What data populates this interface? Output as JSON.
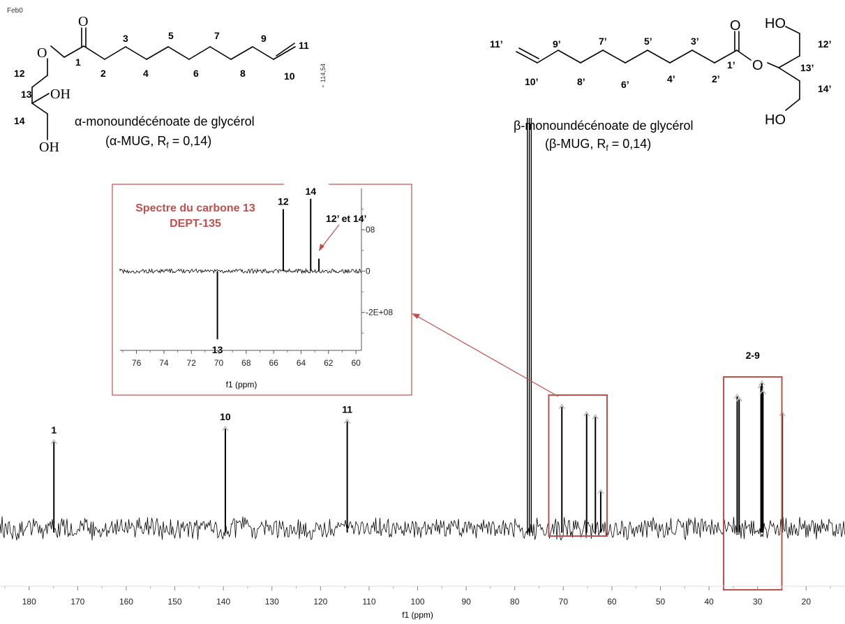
{
  "corner_label": "Feb0",
  "colors": {
    "accent": "#c0504d",
    "trace": "#000000"
  },
  "alpha_molecule": {
    "name": "α-monoundécénoate de glycérol",
    "subtitle_prefix": "(α-MUG, R",
    "subtitle_sub": "f",
    "subtitle_suffix": " = 0,14)",
    "atoms": {
      "carbonyl_o": "O",
      "ester_o": "O",
      "oh_13": "OH",
      "oh_14": "OH"
    },
    "carbon_labels": [
      "1",
      "2",
      "3",
      "4",
      "5",
      "6",
      "7",
      "8",
      "9",
      "10",
      "11",
      "12",
      "13",
      "14"
    ],
    "vertical_peak_label": "114,54"
  },
  "beta_molecule": {
    "name": "β-monoundécénoate de glycérol",
    "subtitle_prefix": "(β-MUG, R",
    "subtitle_sub": "f",
    "subtitle_suffix": " = 0,14)",
    "atoms": {
      "carbonyl_o": "O",
      "ester_o": "O",
      "ho_12": "HO",
      "ho_14": "HO"
    },
    "carbon_labels": [
      "1’",
      "2’",
      "3’",
      "4’",
      "5’",
      "6’",
      "7’",
      "8’",
      "9’",
      "10’",
      "11’",
      "12’",
      "13’",
      "14’"
    ]
  },
  "chart_data": [
    {
      "type": "line",
      "title": "",
      "xlabel": "f1 (ppm)",
      "ylabel": "",
      "xlim": [
        186,
        12
      ],
      "x_reversed": true,
      "x_ticks": [
        180,
        170,
        160,
        150,
        140,
        130,
        120,
        110,
        100,
        90,
        80,
        70,
        60,
        50,
        40,
        30,
        20
      ],
      "grid": false,
      "series": [
        {
          "peaks": [
            {
              "x": 174.9,
              "height": 0.59,
              "label": "1"
            },
            {
              "x": 139.6,
              "height": 0.68,
              "label": "10"
            },
            {
              "x": 114.5,
              "height": 0.73,
              "label": "11"
            },
            {
              "x": 77.4,
              "height": 2.8,
              "label": ""
            },
            {
              "x": 77.0,
              "height": 2.8,
              "label": ""
            },
            {
              "x": 76.6,
              "height": 2.8,
              "label": ""
            },
            {
              "x": 70.3,
              "height": 0.83,
              "label": ""
            },
            {
              "x": 65.2,
              "height": 0.78,
              "label": ""
            },
            {
              "x": 63.4,
              "height": 0.76,
              "label": ""
            },
            {
              "x": 62.3,
              "height": 0.25,
              "label": ""
            },
            {
              "x": 34.2,
              "height": 0.9,
              "label": ""
            },
            {
              "x": 33.8,
              "height": 0.88,
              "label": ""
            },
            {
              "x": 29.3,
              "height": 0.97,
              "label": ""
            },
            {
              "x": 29.1,
              "height": 0.99,
              "label": ""
            },
            {
              "x": 28.9,
              "height": 0.93,
              "label": ""
            },
            {
              "x": 24.9,
              "height": 0.78,
              "label": ""
            }
          ]
        }
      ],
      "annotations": [
        {
          "text": "2-9",
          "x_range": [
            37,
            25
          ]
        }
      ],
      "highlight_boxes": [
        {
          "x_range": [
            73,
            61
          ]
        },
        {
          "x_range": [
            37,
            25
          ]
        }
      ]
    },
    {
      "type": "line",
      "title": "Spectre du carbone 13",
      "subtitle": "DEPT-135",
      "xlabel": "f1 (ppm)",
      "ylabel": "",
      "xlim": [
        77.2,
        59.6
      ],
      "x_reversed": true,
      "x_ticks": [
        76,
        74,
        72,
        70,
        68,
        66,
        64,
        62,
        60
      ],
      "y_ticks": [
        {
          "value": 200000000,
          "label": "08"
        },
        {
          "value": 0,
          "label": "0"
        },
        {
          "value": -200000000,
          "label": "-2E+08"
        }
      ],
      "ylim": [
        -370000000,
        400000000
      ],
      "grid": false,
      "series": [
        {
          "peaks": [
            {
              "x": 65.3,
              "value": 300000000,
              "label": "12"
            },
            {
              "x": 63.3,
              "value": 350000000,
              "label": "14"
            },
            {
              "x": 62.7,
              "value": 60000000,
              "label": "12’ et 14’"
            },
            {
              "x": 70.1,
              "value": -330000000,
              "label": "13"
            }
          ]
        }
      ]
    }
  ]
}
